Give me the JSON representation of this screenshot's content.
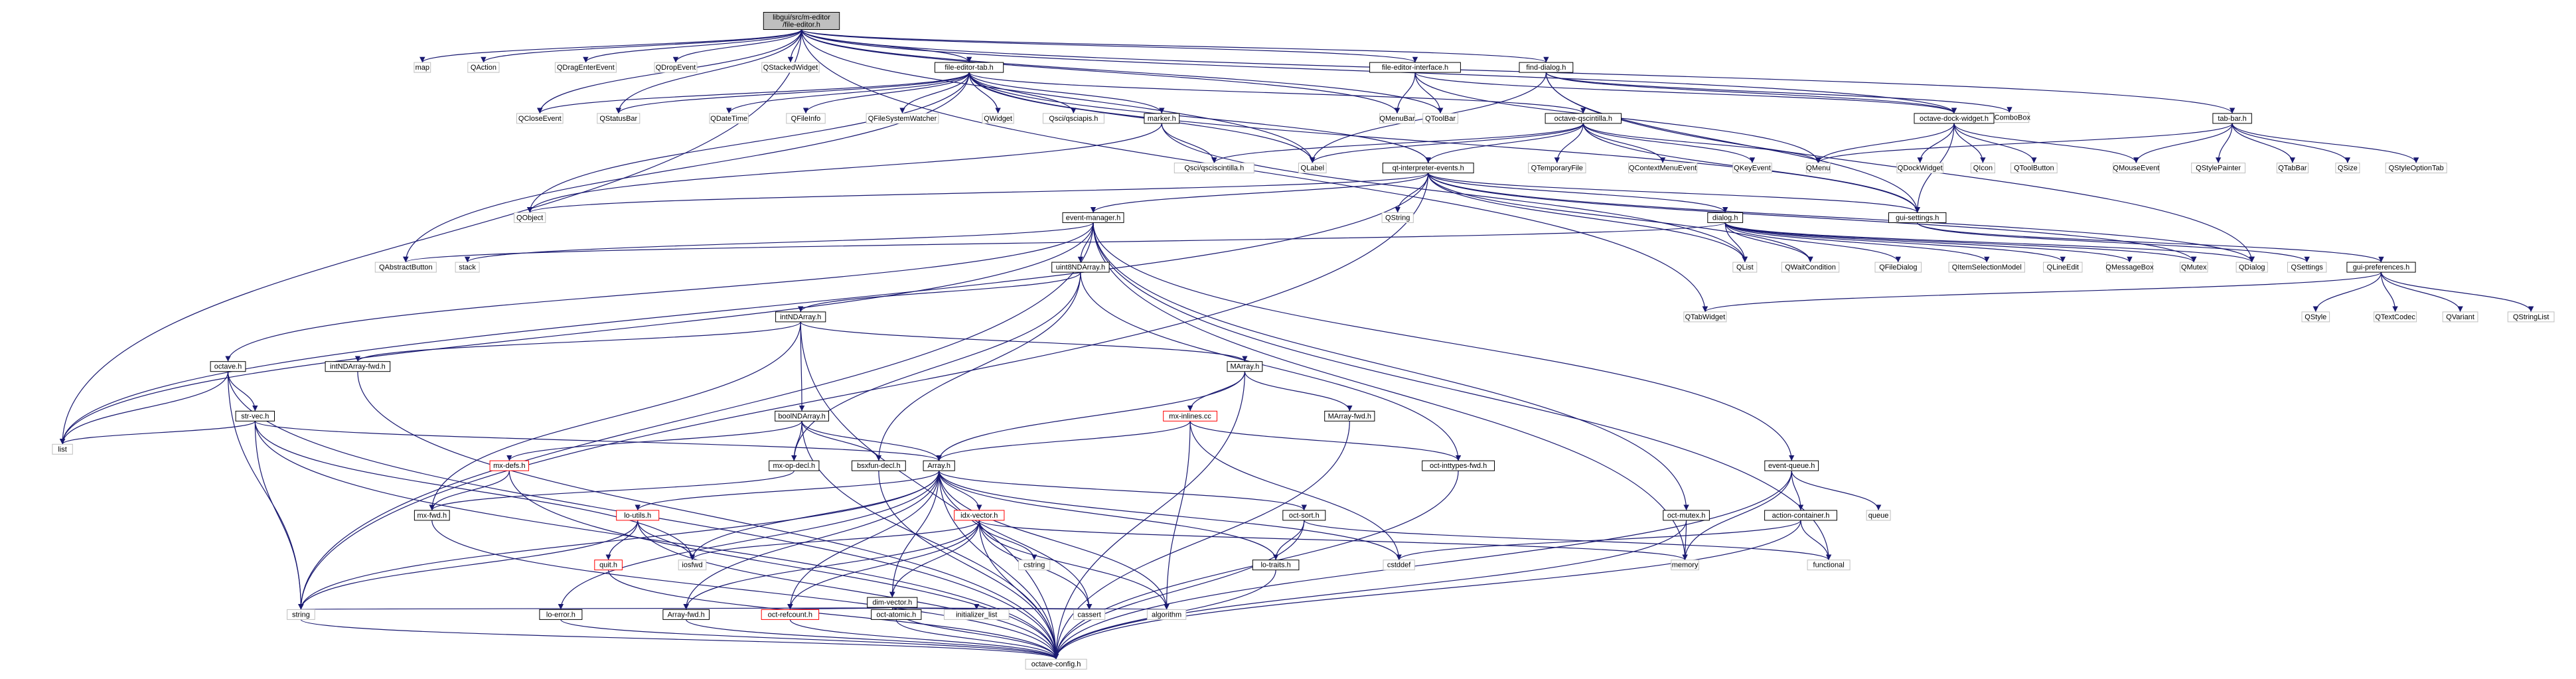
{
  "diagram": {
    "nodes": [
      {
        "id": "root",
        "lines": [
          "libgui/src/m-editor",
          "/file-editor.h"
        ],
        "style": "root"
      },
      {
        "id": "list",
        "lines": [
          "list"
        ],
        "style": "plain"
      },
      {
        "id": "map",
        "lines": [
          "map"
        ],
        "style": "plain"
      },
      {
        "id": "QAction",
        "lines": [
          "QAction"
        ],
        "style": "plain"
      },
      {
        "id": "QDragEnterEvent",
        "lines": [
          "QDragEnterEvent"
        ],
        "style": "plain"
      },
      {
        "id": "QDropEvent",
        "lines": [
          "QDropEvent"
        ],
        "style": "plain"
      },
      {
        "id": "QStackedWidget",
        "lines": [
          "QStackedWidget"
        ],
        "style": "plain"
      },
      {
        "id": "file_editor_tab",
        "lines": [
          "file-editor-tab.h"
        ],
        "style": "hl"
      },
      {
        "id": "file_editor_interface",
        "lines": [
          "file-editor-interface.h"
        ],
        "style": "hl"
      },
      {
        "id": "find_dialog",
        "lines": [
          "find-dialog.h"
        ],
        "style": "hl"
      },
      {
        "id": "QComboBox",
        "lines": [
          "QComboBox"
        ],
        "style": "plain"
      },
      {
        "id": "tab_bar",
        "lines": [
          "tab-bar.h"
        ],
        "style": "hl"
      },
      {
        "id": "QCloseEvent",
        "lines": [
          "QCloseEvent"
        ],
        "style": "plain"
      },
      {
        "id": "QStatusBar",
        "lines": [
          "QStatusBar"
        ],
        "style": "plain"
      },
      {
        "id": "QDateTime",
        "lines": [
          "QDateTime"
        ],
        "style": "plain"
      },
      {
        "id": "QFileInfo",
        "lines": [
          "QFileInfo"
        ],
        "style": "plain"
      },
      {
        "id": "QFileSystemWatcher",
        "lines": [
          "QFileSystemWatcher"
        ],
        "style": "plain"
      },
      {
        "id": "QWidget",
        "lines": [
          "QWidget"
        ],
        "style": "plain"
      },
      {
        "id": "Qsci_qsciapis",
        "lines": [
          "Qsci/qsciapis.h"
        ],
        "style": "plain"
      },
      {
        "id": "marker",
        "lines": [
          "marker.h"
        ],
        "style": "hl"
      },
      {
        "id": "QMenuBar",
        "lines": [
          "QMenuBar"
        ],
        "style": "plain"
      },
      {
        "id": "QToolBar",
        "lines": [
          "QToolBar"
        ],
        "style": "plain"
      },
      {
        "id": "octave_qscintilla",
        "lines": [
          "octave-qscintilla.h"
        ],
        "style": "hl"
      },
      {
        "id": "octave_dock_widget",
        "lines": [
          "octave-dock-widget.h"
        ],
        "style": "hl"
      },
      {
        "id": "Qsci_qsciscintilla",
        "lines": [
          "Qsci/qsciscintilla.h"
        ],
        "style": "plain"
      },
      {
        "id": "QLabel",
        "lines": [
          "QLabel"
        ],
        "style": "plain"
      },
      {
        "id": "qt_interpreter_events",
        "lines": [
          "qt-interpreter-events.h"
        ],
        "style": "hl"
      },
      {
        "id": "QTemporaryFile",
        "lines": [
          "QTemporaryFile"
        ],
        "style": "plain"
      },
      {
        "id": "QContextMenuEvent",
        "lines": [
          "QContextMenuEvent"
        ],
        "style": "plain"
      },
      {
        "id": "QKeyEvent",
        "lines": [
          "QKeyEvent"
        ],
        "style": "plain"
      },
      {
        "id": "QMenu",
        "lines": [
          "QMenu"
        ],
        "style": "plain"
      },
      {
        "id": "QDockWidget",
        "lines": [
          "QDockWidget"
        ],
        "style": "plain"
      },
      {
        "id": "QIcon",
        "lines": [
          "QIcon"
        ],
        "style": "plain"
      },
      {
        "id": "QToolButton",
        "lines": [
          "QToolButton"
        ],
        "style": "plain"
      },
      {
        "id": "QMouseEvent",
        "lines": [
          "QMouseEvent"
        ],
        "style": "plain"
      },
      {
        "id": "QStylePainter",
        "lines": [
          "QStylePainter"
        ],
        "style": "plain"
      },
      {
        "id": "QTabBar",
        "lines": [
          "QTabBar"
        ],
        "style": "plain"
      },
      {
        "id": "QSize",
        "lines": [
          "QSize"
        ],
        "style": "plain"
      },
      {
        "id": "QStyleOptionTab",
        "lines": [
          "QStyleOptionTab"
        ],
        "style": "plain"
      },
      {
        "id": "QObject",
        "lines": [
          "QObject"
        ],
        "style": "plain"
      },
      {
        "id": "QString",
        "lines": [
          "QString"
        ],
        "style": "plain"
      },
      {
        "id": "gui_settings",
        "lines": [
          "gui-settings.h"
        ],
        "style": "hl"
      },
      {
        "id": "event_manager",
        "lines": [
          "event-manager.h"
        ],
        "style": "hl"
      },
      {
        "id": "dialog",
        "lines": [
          "dialog.h"
        ],
        "style": "hl"
      },
      {
        "id": "QAbstractButton",
        "lines": [
          "QAbstractButton"
        ],
        "style": "plain"
      },
      {
        "id": "stack",
        "lines": [
          "stack"
        ],
        "style": "plain"
      },
      {
        "id": "uint8NDArray",
        "lines": [
          "uint8NDArray.h"
        ],
        "style": "hl"
      },
      {
        "id": "QList",
        "lines": [
          "QList"
        ],
        "style": "plain"
      },
      {
        "id": "QWaitCondition",
        "lines": [
          "QWaitCondition"
        ],
        "style": "plain"
      },
      {
        "id": "QFileDialog",
        "lines": [
          "QFileDialog"
        ],
        "style": "plain"
      },
      {
        "id": "QItemSelectionModel",
        "lines": [
          "QItemSelectionModel"
        ],
        "style": "plain"
      },
      {
        "id": "QLineEdit",
        "lines": [
          "QLineEdit"
        ],
        "style": "plain"
      },
      {
        "id": "QMessageBox",
        "lines": [
          "QMessageBox"
        ],
        "style": "plain"
      },
      {
        "id": "QMutex",
        "lines": [
          "QMutex"
        ],
        "style": "plain"
      },
      {
        "id": "QDialog",
        "lines": [
          "QDialog"
        ],
        "style": "plain"
      },
      {
        "id": "QSettings",
        "lines": [
          "QSettings"
        ],
        "style": "plain"
      },
      {
        "id": "gui_preferences",
        "lines": [
          "gui-preferences.h"
        ],
        "style": "hl"
      },
      {
        "id": "QTabWidget",
        "lines": [
          "QTabWidget"
        ],
        "style": "plain"
      },
      {
        "id": "QStyle",
        "lines": [
          "QStyle"
        ],
        "style": "plain"
      },
      {
        "id": "QTextCodec",
        "lines": [
          "QTextCodec"
        ],
        "style": "plain"
      },
      {
        "id": "QVariant",
        "lines": [
          "QVariant"
        ],
        "style": "plain"
      },
      {
        "id": "QStringList",
        "lines": [
          "QStringList"
        ],
        "style": "plain"
      },
      {
        "id": "intNDArray",
        "lines": [
          "intNDArray.h"
        ],
        "style": "hl"
      },
      {
        "id": "octave_h",
        "lines": [
          "octave.h"
        ],
        "style": "hl"
      },
      {
        "id": "intNDArray_fwd",
        "lines": [
          "intNDArray-fwd.h"
        ],
        "style": "hl"
      },
      {
        "id": "MArray",
        "lines": [
          "MArray.h"
        ],
        "style": "hl"
      },
      {
        "id": "str_vec",
        "lines": [
          "str-vec.h"
        ],
        "style": "hl"
      },
      {
        "id": "boolNDArray",
        "lines": [
          "boolNDArray.h"
        ],
        "style": "hl"
      },
      {
        "id": "mx_inlines",
        "lines": [
          "mx-inlines.cc"
        ],
        "style": "red"
      },
      {
        "id": "MArray_fwd",
        "lines": [
          "MArray-fwd.h"
        ],
        "style": "hl"
      },
      {
        "id": "event_queue",
        "lines": [
          "event-queue.h"
        ],
        "style": "hl"
      },
      {
        "id": "mx_defs",
        "lines": [
          "mx-defs.h"
        ],
        "style": "red"
      },
      {
        "id": "mx_op_decl",
        "lines": [
          "mx-op-decl.h"
        ],
        "style": "hl"
      },
      {
        "id": "bsxfun_decl",
        "lines": [
          "bsxfun-decl.h"
        ],
        "style": "hl"
      },
      {
        "id": "oct_inttypes_fwd",
        "lines": [
          "oct-inttypes-fwd.h"
        ],
        "style": "hl"
      },
      {
        "id": "Array",
        "lines": [
          "Array.h"
        ],
        "style": "hl"
      },
      {
        "id": "queue",
        "lines": [
          "queue"
        ],
        "style": "plain"
      },
      {
        "id": "mx_fwd",
        "lines": [
          "mx-fwd.h"
        ],
        "style": "hl"
      },
      {
        "id": "lo_utils",
        "lines": [
          "lo-utils.h"
        ],
        "style": "red"
      },
      {
        "id": "idx_vector",
        "lines": [
          "idx-vector.h"
        ],
        "style": "red"
      },
      {
        "id": "oct_sort",
        "lines": [
          "oct-sort.h"
        ],
        "style": "hl"
      },
      {
        "id": "oct_mutex",
        "lines": [
          "oct-mutex.h"
        ],
        "style": "hl"
      },
      {
        "id": "action_container",
        "lines": [
          "action-container.h"
        ],
        "style": "hl"
      },
      {
        "id": "quit",
        "lines": [
          "quit.h"
        ],
        "style": "red"
      },
      {
        "id": "iosfwd",
        "lines": [
          "iosfwd"
        ],
        "style": "plain"
      },
      {
        "id": "cstring",
        "lines": [
          "cstring"
        ],
        "style": "plain"
      },
      {
        "id": "lo_traits",
        "lines": [
          "lo-traits.h"
        ],
        "style": "hl"
      },
      {
        "id": "cstddef",
        "lines": [
          "cstddef"
        ],
        "style": "plain"
      },
      {
        "id": "memory",
        "lines": [
          "memory"
        ],
        "style": "plain"
      },
      {
        "id": "functional",
        "lines": [
          "functional"
        ],
        "style": "plain"
      },
      {
        "id": "dim_vector",
        "lines": [
          "dim-vector.h"
        ],
        "style": "hl"
      },
      {
        "id": "string",
        "lines": [
          "string"
        ],
        "style": "plain"
      },
      {
        "id": "lo_error",
        "lines": [
          "lo-error.h"
        ],
        "style": "hl"
      },
      {
        "id": "Array_fwd",
        "lines": [
          "Array-fwd.h"
        ],
        "style": "hl"
      },
      {
        "id": "oct_refcount",
        "lines": [
          "oct-refcount.h"
        ],
        "style": "red"
      },
      {
        "id": "oct_atomic",
        "lines": [
          "oct-atomic.h"
        ],
        "style": "hl"
      },
      {
        "id": "initializer_list",
        "lines": [
          "initializer_list"
        ],
        "style": "plain"
      },
      {
        "id": "cassert",
        "lines": [
          "cassert"
        ],
        "style": "plain"
      },
      {
        "id": "algorithm",
        "lines": [
          "algorithm"
        ],
        "style": "plain"
      },
      {
        "id": "octave_config",
        "lines": [
          "octave-config.h"
        ],
        "style": "plain"
      }
    ]
  }
}
